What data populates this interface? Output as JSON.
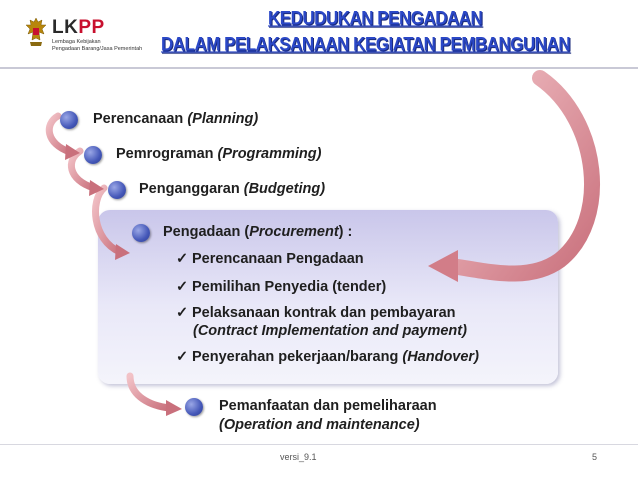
{
  "logo": {
    "name_main": "LK",
    "name_accent": "PP",
    "subtitle_line1": "Lembaga Kebijakan",
    "subtitle_line2": "Pengadaan Barang/Jasa Pemerintah",
    "colors": {
      "accent": "#c8102e",
      "emblem": "#b8860b"
    }
  },
  "title": {
    "line1": "KEDUDUKAN PENGADAAN",
    "line2": "DALAM PELAKSANAAN KEGIATAN PEMBANGUNAN",
    "color": "#2b48c7"
  },
  "steps": [
    {
      "label": "Perencanaan",
      "paren": "(Planning)"
    },
    {
      "label": "Pemrograman",
      "paren": "(Programming)"
    },
    {
      "label": "Penganggaran",
      "paren": "(Budgeting)"
    }
  ],
  "procurement": {
    "prefix": "Pengadaan (",
    "term": "Procurement",
    "suffix": ") :",
    "items": [
      {
        "label": "Perencanaan Pengadaan"
      },
      {
        "label": "Pemilihan Penyedia (tender)"
      },
      {
        "label": "Pelaksanaan kontrak dan pembayaran",
        "paren": "(Contract Implementation and payment)"
      },
      {
        "label": "Penyerahan pekerjaan/barang",
        "paren": "(Handover)"
      }
    ],
    "check_glyph": "✓"
  },
  "final_step": {
    "label": "Pemanfaatan dan pemeliharaan",
    "paren": "(Operation and maintenance)"
  },
  "footer": {
    "version": "versi_9.1",
    "page": "5"
  },
  "colors": {
    "dot": "#4457b8",
    "arrow": "#d98c95",
    "panel": "#d6d4f0"
  }
}
